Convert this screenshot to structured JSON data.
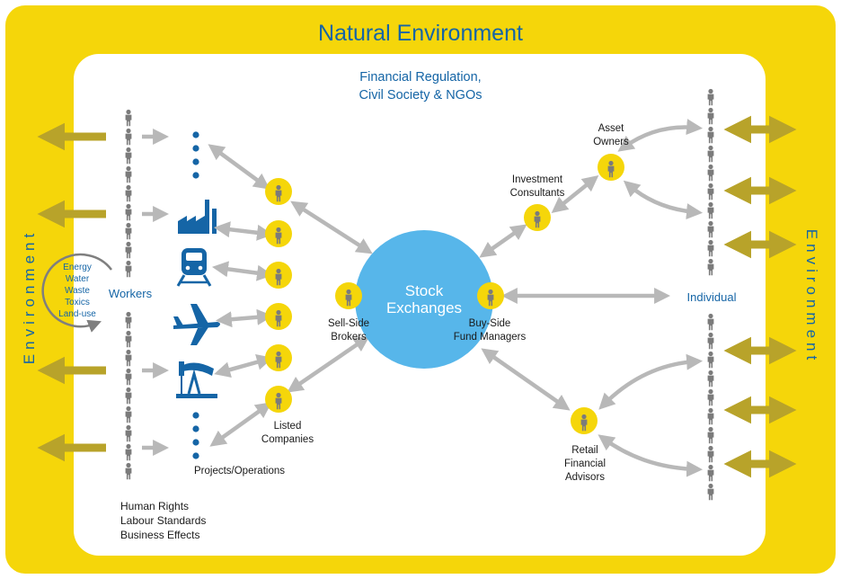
{
  "title": "Natural Environment",
  "regulation": [
    "Financial Regulation,",
    "Civil Society & NGOs"
  ],
  "environment_label": "Environment",
  "cycle_items": [
    "Energy",
    "Water",
    "Waste",
    "Toxics",
    "Land-use"
  ],
  "workers_label": "Workers",
  "individual_label": "Individual",
  "projects_label": "Projects/Operations",
  "listed_companies": [
    "Listed",
    "Companies"
  ],
  "sell_side": [
    "Sell-Side",
    "Brokers"
  ],
  "buy_side": [
    "Buy-Side",
    "Fund Managers"
  ],
  "stock_exchanges": [
    "Stock",
    "Exchanges"
  ],
  "investment_consultants": [
    "Investment",
    "Consultants"
  ],
  "asset_owners": [
    "Asset",
    "Owners"
  ],
  "retail_advisors": [
    "Retail",
    "Financial",
    "Advisors"
  ],
  "footer_notes": [
    "Human Rights",
    "Labour Standards",
    "Business Effects"
  ],
  "icons": [
    "factory-icon",
    "train-icon",
    "airplane-icon",
    "oil-pump-icon",
    "person-icon"
  ],
  "colors": {
    "frame": "#f5d60a",
    "arrow": "#b8b8b8",
    "exchange": "#57b6ea",
    "navy": "#1565a6",
    "person": "#7b7b7b",
    "text_dark": "#1a1a1a"
  }
}
